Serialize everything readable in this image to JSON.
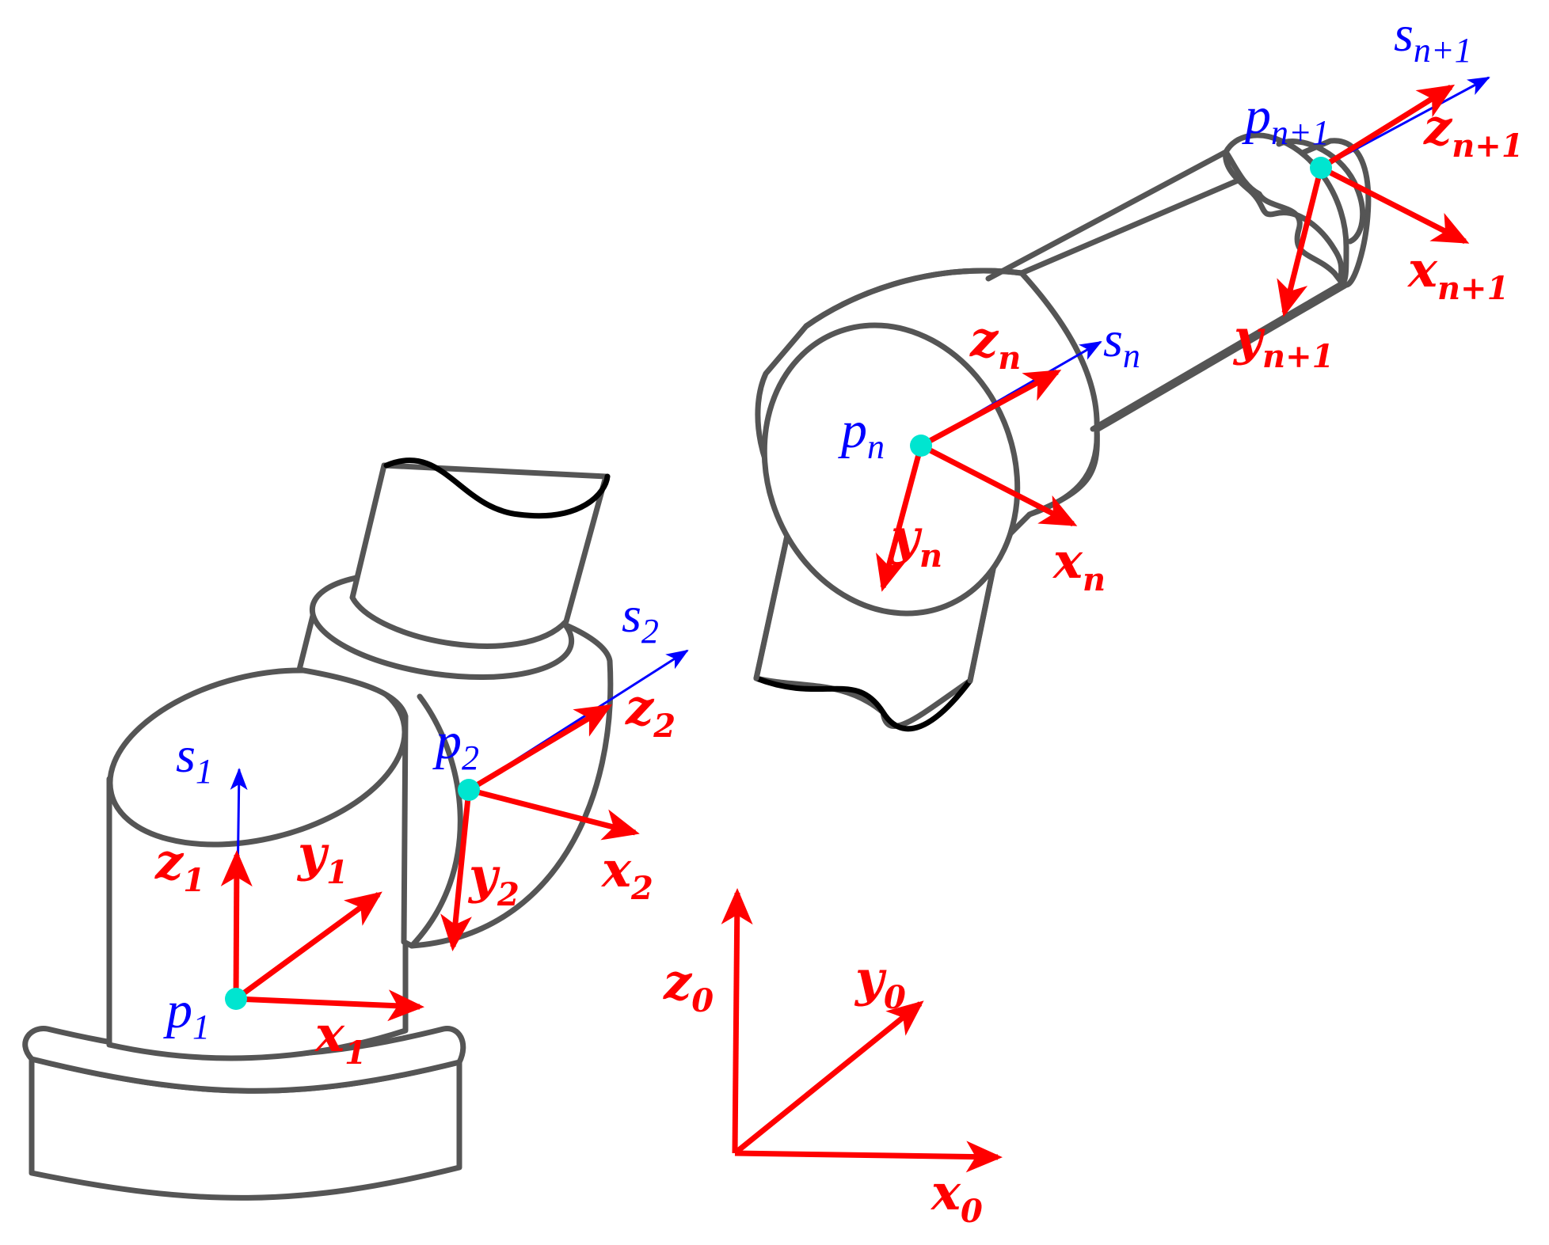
{
  "colors": {
    "frame_axes": "#ff0000",
    "joint_axes": "#0000ff",
    "joint_points": "#00e5d0",
    "outline": "#555555",
    "cut_edge": "#000000"
  },
  "frames": {
    "base": {
      "x": "x",
      "x_sub": "0",
      "y": "y",
      "y_sub": "0",
      "z": "z",
      "z_sub": "0"
    },
    "joint1": {
      "x": "x",
      "x_sub": "1",
      "y": "y",
      "y_sub": "1",
      "z": "z",
      "z_sub": "1",
      "s": "s",
      "s_sub": "1",
      "p": "p",
      "p_sub": "1"
    },
    "joint2": {
      "x": "x",
      "x_sub": "2",
      "y": "y",
      "y_sub": "2",
      "z": "z",
      "z_sub": "2",
      "s": "s",
      "s_sub": "2",
      "p": "p",
      "p_sub": "2"
    },
    "jointn": {
      "x": "x",
      "x_sub": "n",
      "y": "y",
      "y_sub": "n",
      "z": "z",
      "z_sub": "n",
      "s": "s",
      "s_sub": "n",
      "p": "p",
      "p_sub": "n"
    },
    "jointn1": {
      "x": "x",
      "x_sub": "n+1",
      "y": "y",
      "y_sub": "n+1",
      "z": "z",
      "z_sub": "n+1",
      "s": "s",
      "s_sub": "n+1",
      "p": "p",
      "p_sub": "n+1"
    }
  }
}
